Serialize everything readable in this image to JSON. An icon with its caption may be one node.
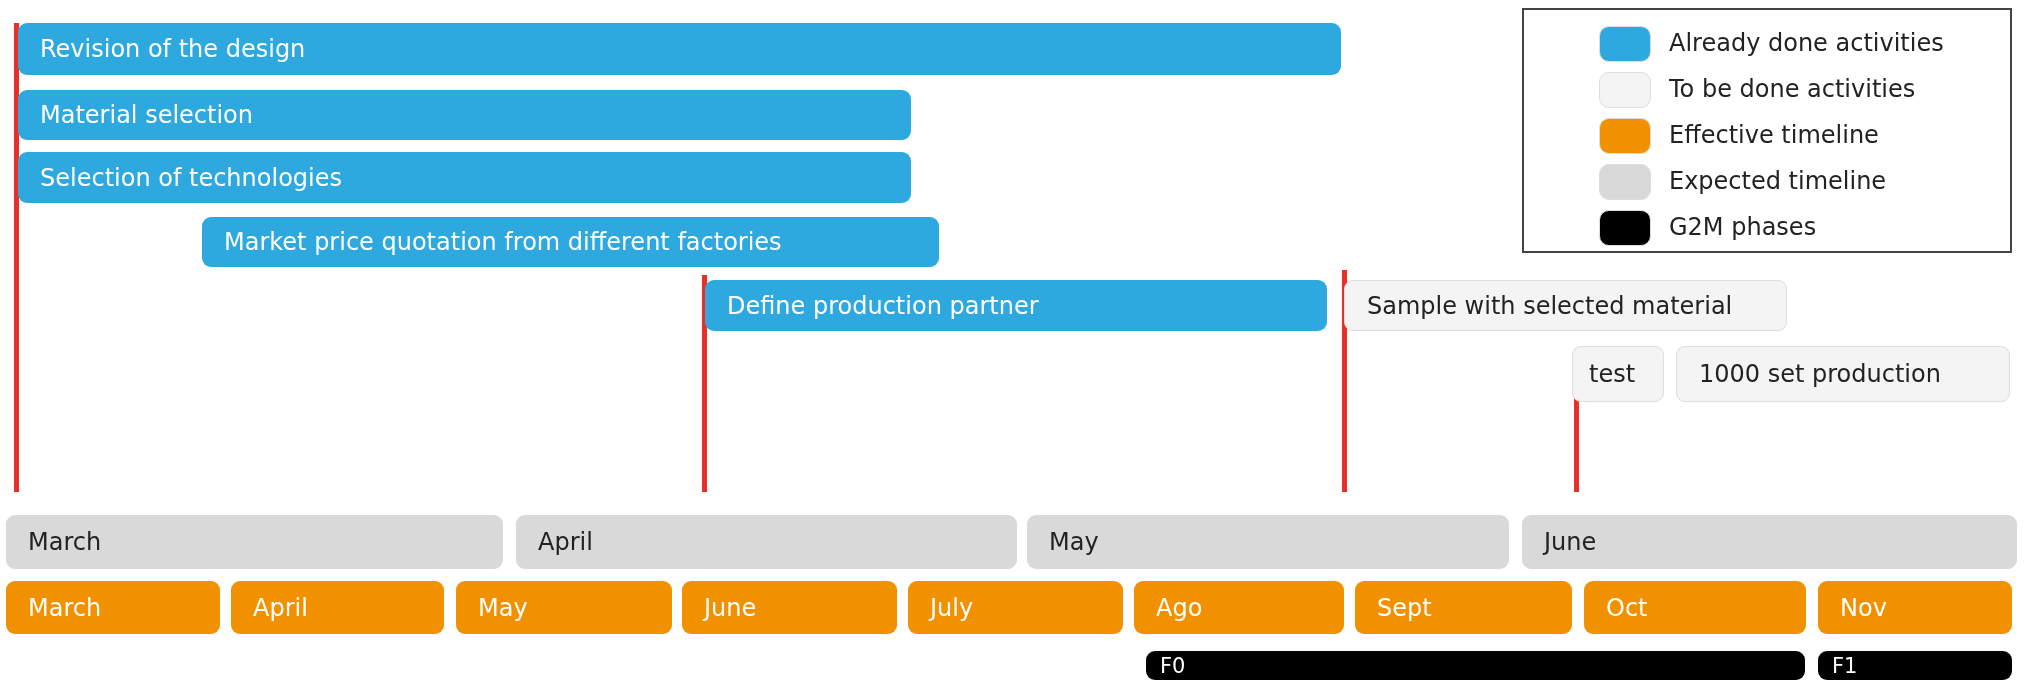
{
  "diagram": {
    "nodes": [
      {
        "text": [
          "Revision of the design"
        ]
      },
      {
        "text": [
          "Material selection"
        ]
      },
      {
        "text": [
          "Selection of technologies"
        ]
      },
      {
        "text": [
          "Market price quotation from different factories"
        ]
      },
      {
        "text": [
          "Define production partner"
        ]
      },
      {
        "text": [
          "Sample with selected material"
        ]
      },
      {
        "text": [
          "test"
        ]
      },
      {
        "text": [
          "1000 set production"
        ]
      },
      {
        "text": [
          "March"
        ]
      },
      {
        "text": [
          "April"
        ]
      },
      {
        "text": [
          "May"
        ]
      },
      {
        "text": [
          "June"
        ]
      },
      {
        "text": [
          "March"
        ]
      },
      {
        "text": [
          "April"
        ]
      },
      {
        "text": [
          "May"
        ]
      },
      {
        "text": [
          "June"
        ]
      },
      {
        "text": [
          "July"
        ]
      },
      {
        "text": [
          "Ago"
        ]
      },
      {
        "text": [
          "Sept"
        ]
      },
      {
        "text": [
          "Oct"
        ]
      },
      {
        "text": [
          "Nov"
        ]
      },
      {
        "text": [
          "F0"
        ]
      },
      {
        "text": [
          "F1"
        ]
      }
    ],
    "edges": [],
    "legend": [
      {
        "text": "Already done activities",
        "color": "#2ea9e0"
      },
      {
        "text": "To be done activities",
        "color": "#f4f4f4"
      },
      {
        "text": "Effective timeline",
        "color": "#f29100"
      },
      {
        "text": "Expected timeline",
        "color": "#d9d9d9"
      },
      {
        "text": "G2M phases",
        "color": "#000000"
      }
    ]
  }
}
